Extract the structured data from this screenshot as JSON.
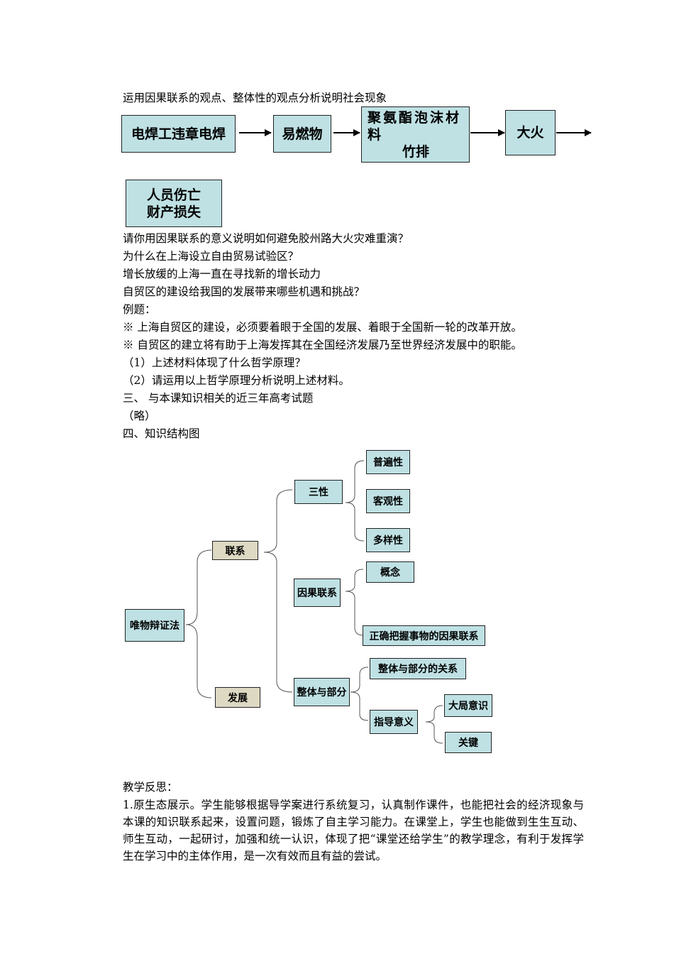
{
  "intro": "运用因果联系的观点、整体性的观点分析说明社会现象",
  "flow": {
    "welding": "电焊工违章电焊",
    "flammable": "易燃物",
    "foam_line1": "聚氨酯泡沫材料",
    "foam_line2": "竹排",
    "fire": "大火",
    "result_line1": "人员伤亡",
    "result_line2": "财产损失"
  },
  "lines": [
    "请你用因果联系的意义说明如何避免胶州路大火灾难重演？",
    "为什么在上海设立自由贸易试验区？",
    "增长放缓的上海一直在寻找新的增长动力",
    "自贸区的建设给我国的发展带来哪些机遇和挑战？",
    "例题：",
    "※  上海自贸区的建设，必须要着眼于全国的发展、着眼于全国新一轮的改革开放。",
    "※  自贸区的建立将有助于上海发挥其在全国经济发展乃至世界经济发展中的职能。",
    "（1）上述材料体现了什么哲学原理？",
    "（2）请运用以上哲学原理分析说明上述材料。",
    "三、 与本课知识相关的近三年高考试题",
    "（略）",
    "四、知识结构图"
  ],
  "map": {
    "root": "唯物辩证法",
    "lianxi": "联系",
    "fazhan": "发展",
    "sanxing": "三性",
    "pubianxing": "普遍性",
    "keguanxing": "客观性",
    "duoyangxing": "多样性",
    "yinguo": "因果联系",
    "gainian": "概念",
    "zhengque": "正确把握事物的因果联系",
    "zhengti": "整体与部分",
    "guanxi": "整体与部分的关系",
    "zhidao": "指导意义",
    "daju": "大局意识",
    "guanjian": "关键"
  },
  "reflection": {
    "heading": "教学反思：",
    "body": "1.原生态展示。学生能够根据导学案进行系统复习，认真制作课件，也能把社会的经济现象与本课的知识联系起来，设置问题，锻炼了自主学习能力。在课堂上，学生也能做到生生互动、师生互动，一起研讨，加强和统一认识，体现了把“课堂还给学生”的教学理念，有利于发挥学生在学习中的主体作用，是一次有效而且有益的尝试。"
  }
}
